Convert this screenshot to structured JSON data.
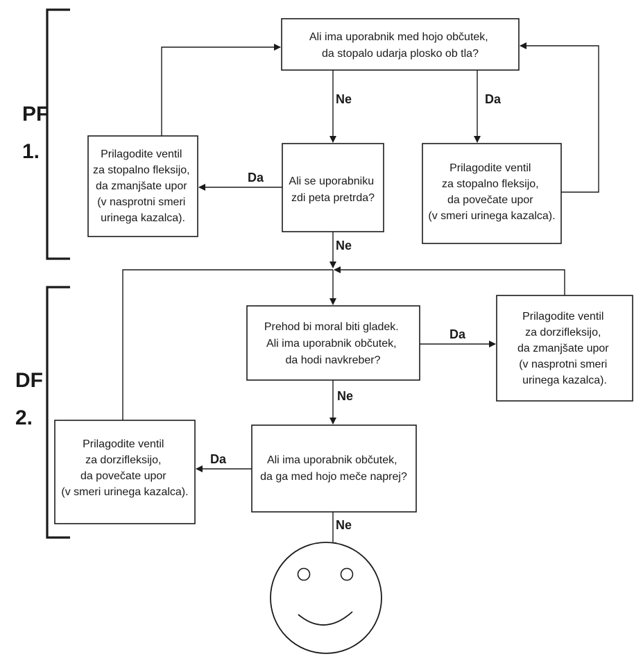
{
  "sections": {
    "pf": {
      "label": "PF",
      "number": "1."
    },
    "df": {
      "label": "DF",
      "number": "2."
    }
  },
  "boxes": {
    "q1": [
      "Ali ima uporabnik med hojo občutek,",
      "da stopalo udarja plosko ob tla?"
    ],
    "q2": [
      "Ali se uporabniku",
      "zdi peta pretrda?"
    ],
    "a_pf_decrease": [
      "Prilagodite ventil",
      "za stopalno fleksijo,",
      "da zmanjšate upor",
      "(v nasprotni smeri",
      "urinega kazalca)."
    ],
    "a_pf_increase": [
      "Prilagodite ventil",
      "za stopalno fleksijo,",
      "da povečate upor",
      "(v smeri urinega kazalca)."
    ],
    "q3": [
      "Prehod bi moral biti gladek.",
      "Ali ima uporabnik občutek,",
      "da hodi navkreber?"
    ],
    "a_df_decrease": [
      "Prilagodite ventil",
      "za dorzifleksijo,",
      "da zmanjšate upor",
      "(v nasprotni smeri",
      "urinega kazalca)."
    ],
    "q4": [
      "Ali ima uporabnik občutek,",
      "da ga med hojo meče naprej?"
    ],
    "a_df_increase": [
      "Prilagodite ventil",
      "za dorzifleksijo,",
      "da povečate upor",
      "(v smeri urinega kazalca)."
    ]
  },
  "edge_labels": {
    "q1_no": "Ne",
    "q1_yes": "Da",
    "q2_yes": "Da",
    "q2_no": "Ne",
    "q3_yes": "Da",
    "q3_no": "Ne",
    "q4_yes": "Da",
    "q4_no": "Ne"
  },
  "end_icon": "smiley-face-icon"
}
